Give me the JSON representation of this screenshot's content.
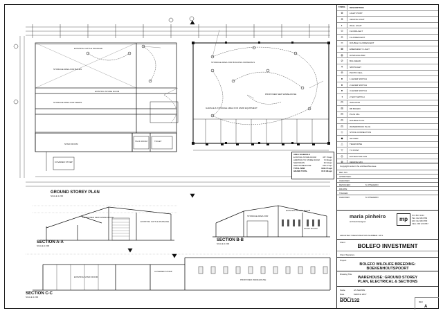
{
  "plan": {
    "ground_storey_title": "GROUND STOREY PLAN",
    "ground_storey_scale": "SCALE 1:200",
    "section_aa_title": "SECTION A-A",
    "section_aa_scale": "SCALE 1:200",
    "section_bb_title": "SECTION B-B",
    "section_bb_scale": "SCALE 1:200",
    "section_cc_title": "SECTION C-C",
    "section_cc_scale": "SCALE 1:200",
    "room_existing_cattle": "EXISTING CATTLE PASSAGE",
    "room_storage_1": "STORAGE AREA FOR BALES",
    "room_existing_store": "EXISTING STORE ROOM",
    "room_storage_2": "STORAGE AREA FOR FEEDS",
    "room_storage_3": "STORAGE AREA FOR BUILDING MATERIALS",
    "room_proposed_warehouse": "PROPOSED NEW WAREHOUSE",
    "room_garage": "GARAGE & STORAGE AREA FOR FARM EQUIPMENT",
    "room_staff": "STAFF ROOM",
    "room_tack": "TACK ROOM",
    "room_toilet": "TOILET",
    "room_covered": "COVERED STOEP",
    "sec_proposed_warehouse": "PROPOSED NEW WAREHOUSE",
    "sec_existing_cattle": "EXISTING CATTLE PASSAGE",
    "sec_storage": "STORAGE AREA FOR",
    "sec_existing_store": "EXISTING STORE ROOM",
    "sec_staff": "STAFF ROOM",
    "sec_proposed": "PROPOSED WAREHOUSE",
    "sec_covered": "COVERED STOEP",
    "sec_existing_staff": "EXISTING STAFF ROOM"
  },
  "area_schedule": {
    "title": "AREA SCHEDULE",
    "rows": [
      {
        "label": "EXISTING STORE ROOM",
        "value": "457.79sqm"
      },
      {
        "label": "ADDITION TO STORE ROOM",
        "value": "72.96sqm"
      },
      {
        "label": "NEW DRAIN",
        "value": "62.94sqm"
      },
      {
        "label": "NEW WAREHOUSE",
        "value": "954.27sqm"
      }
    ],
    "total_label": "TOTAL NEW",
    "total_value": "1090.17sqm",
    "grand_label": "GRAND TOTAL",
    "grand_value": "1547.96sqm"
  },
  "legend": {
    "header_symbol": "SYMBOL",
    "header_description": "DESCRIPTION",
    "items": [
      {
        "sym": "⊗",
        "label": "LIGHT POINT"
      },
      {
        "sym": "⊕",
        "label": "CEILING LIGHT"
      },
      {
        "sym": "◐",
        "label": "WALL LIGHT"
      },
      {
        "sym": "⊙",
        "label": "FLOODLIGHT"
      },
      {
        "sym": "⊖",
        "label": "FLUORESCENT"
      },
      {
        "sym": "═",
        "label": "DOUBLE FLUORESCENT"
      },
      {
        "sym": "⊠",
        "label": "EMERGENCY LIGHT"
      },
      {
        "sym": "◍",
        "label": "DOWNLIGHTER"
      },
      {
        "sym": "⊘",
        "label": "BULKHEAD"
      },
      {
        "sym": "✶",
        "label": "SPOTLIGHT"
      },
      {
        "sym": "⊚",
        "label": "PHOTO CELL"
      },
      {
        "sym": "●",
        "label": "1 LEVER SWITCH"
      },
      {
        "sym": "●",
        "label": "2 LEVER SWITCH"
      },
      {
        "sym": "●",
        "label": "3 LEVER SWITCH"
      },
      {
        "sym": "◑",
        "label": "2 WAY SWITCH"
      },
      {
        "sym": "⊡",
        "label": "ISOLATOR"
      },
      {
        "sym": "⊞",
        "label": "DB BOARD"
      },
      {
        "sym": "⊟",
        "label": "PLUG 16A"
      },
      {
        "sym": "⊟",
        "label": "DOUBLE PLUG"
      },
      {
        "sym": "⊟",
        "label": "WATERPROOF PLUG"
      },
      {
        "sym": "◇",
        "label": "STOVE CONNECTION"
      },
      {
        "sym": "◆",
        "label": "GEYSER"
      },
      {
        "sym": "△",
        "label": "TELEPHONE"
      },
      {
        "sym": "▽",
        "label": "TV POINT"
      },
      {
        "sym": "◎",
        "label": "EXTRACTOR FAN"
      },
      {
        "sym": "⊗",
        "label": "CEILING FAN"
      },
      {
        "sym": "▣",
        "label": "DATA POINT"
      },
      {
        "sym": "⊕",
        "label": "SMOKE DETECTOR"
      },
      {
        "sym": "⊛",
        "label": "PIR SENSOR"
      }
    ]
  },
  "titleblock": {
    "copyright": "Copyright rests in the architect/licensee",
    "revisions": [
      {
        "k": "REV NO.:",
        "v": ""
      },
      {
        "k": "APPROVED:",
        "v": ""
      },
      {
        "k": "CHECKED:",
        "v": ""
      },
      {
        "k": "DESIGNED:",
        "v": "M. PINHEIRO"
      },
      {
        "k": "DRAWN:",
        "v": ""
      },
      {
        "k": "TRACED:",
        "v": ""
      },
      {
        "k": "CHECKED:",
        "v": "M. PINHEIRO"
      }
    ],
    "firm_name": "maria pinheiro",
    "firm_sub": "architect/designer",
    "firm_logo": "mp",
    "firm_contact_1": "P.O. BOX 1234",
    "firm_contact_2": "TEL: 012 345 6789",
    "firm_contact_3": "FAX: 012 345 6780",
    "firm_contact_4": "CELL: 082 123 4567",
    "firm_registration": "ARCHITECT REGISTRATION NUMBER: 1871",
    "client_label": "Client",
    "client_name": "BOLEFO INVESTMENT",
    "client_signature": "Client Signature",
    "project_label": "Project",
    "project_name_1": "BOLEFO WILDLIFE BREEDING:",
    "project_name_2": "BOEKENHOUTSPOORT",
    "drawing_title_label": "Drawing Title",
    "drawing_title_1": "WAREHOUSE: GROUND STOREY",
    "drawing_title_2": "PLAN, ELECTRICAL & SECTIONS",
    "scale_label": "Scale",
    "scale_value": "AS SHOWN",
    "date_label": "Date",
    "date_value": "MARCH 2017",
    "drawing_no_label": "Drawing No.",
    "drawing_no": "BOL/132",
    "rev_label": "REV",
    "rev_value": "A"
  }
}
